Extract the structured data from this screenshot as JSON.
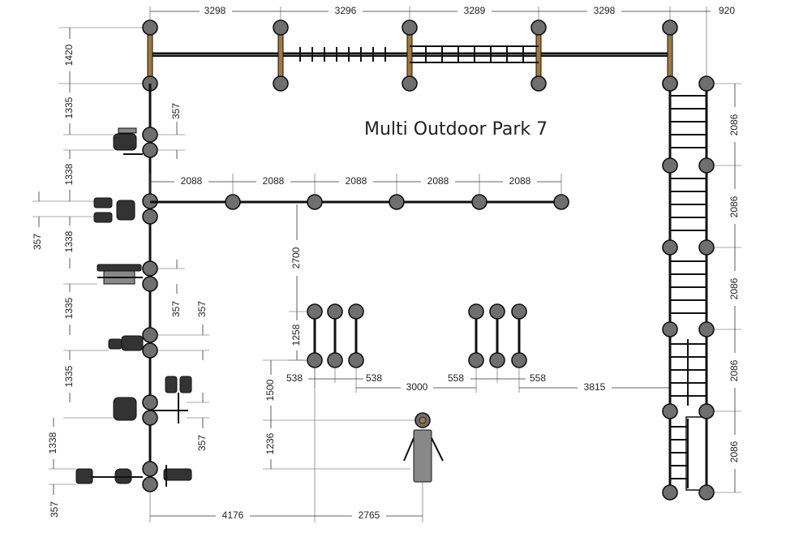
{
  "title": "Multi Outdoor Park 7",
  "dimensions": {
    "top": [
      "3298",
      "3296",
      "3289",
      "3298",
      "920"
    ],
    "left_stack": [
      "1420",
      "1335",
      "1338",
      "1338",
      "1335",
      "1335",
      "1338"
    ],
    "left_357": [
      "357",
      "357",
      "357",
      "357",
      "357",
      "357"
    ],
    "middle_row": [
      "2088",
      "2088",
      "2088",
      "2088",
      "2088"
    ],
    "middle_drop": "2700",
    "bars_height": "1258",
    "bars_group_left": [
      "538",
      "538"
    ],
    "bars_group_right": [
      "558",
      "558"
    ],
    "bars_gap": "3000",
    "bars_to_ladder": "3815",
    "bench_1500": "1500",
    "bench_1236": "1236",
    "bottom": [
      "4176",
      "2765"
    ],
    "right_ladder": [
      "2086",
      "2086",
      "2086",
      "2086",
      "2086"
    ]
  }
}
